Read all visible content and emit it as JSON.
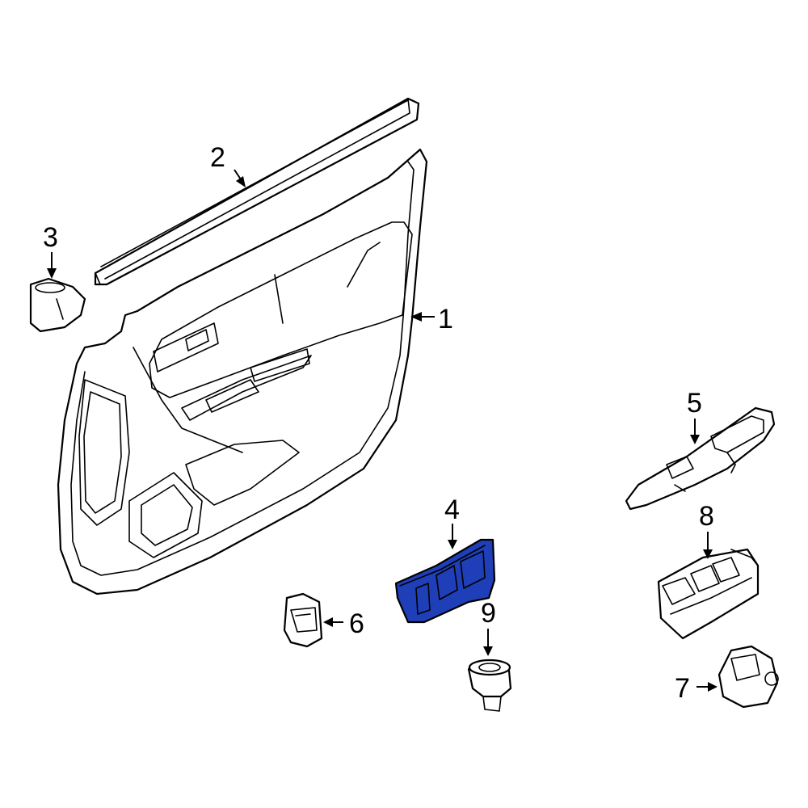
{
  "highlight_color": "#1f3fb8",
  "callouts": [
    {
      "id": "1",
      "label": "1"
    },
    {
      "id": "2",
      "label": "2"
    },
    {
      "id": "3",
      "label": "3"
    },
    {
      "id": "4",
      "label": "4"
    },
    {
      "id": "5",
      "label": "5"
    },
    {
      "id": "6",
      "label": "6"
    },
    {
      "id": "7",
      "label": "7"
    },
    {
      "id": "8",
      "label": "8"
    },
    {
      "id": "9",
      "label": "9"
    }
  ],
  "highlighted_part": "4"
}
